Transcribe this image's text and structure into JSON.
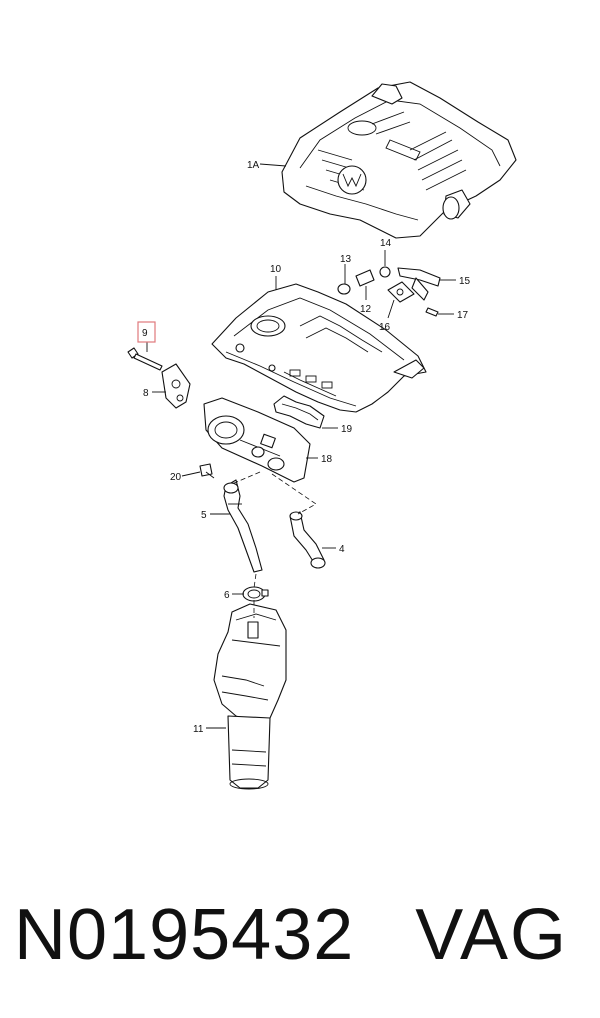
{
  "callouts": {
    "c1A": "1A",
    "c4": "4",
    "c5": "5",
    "c6": "6",
    "c8": "8",
    "c9": "9",
    "c10": "10",
    "c11": "11",
    "c12": "12",
    "c13": "13",
    "c14": "14",
    "c15": "15",
    "c16": "16",
    "c17": "17",
    "c18": "18",
    "c19": "19",
    "c20": "20"
  },
  "highlight_color": "#e0787c",
  "highlighted_part": "9",
  "footer": {
    "part_number": "N0195432",
    "brand": "VAG"
  }
}
